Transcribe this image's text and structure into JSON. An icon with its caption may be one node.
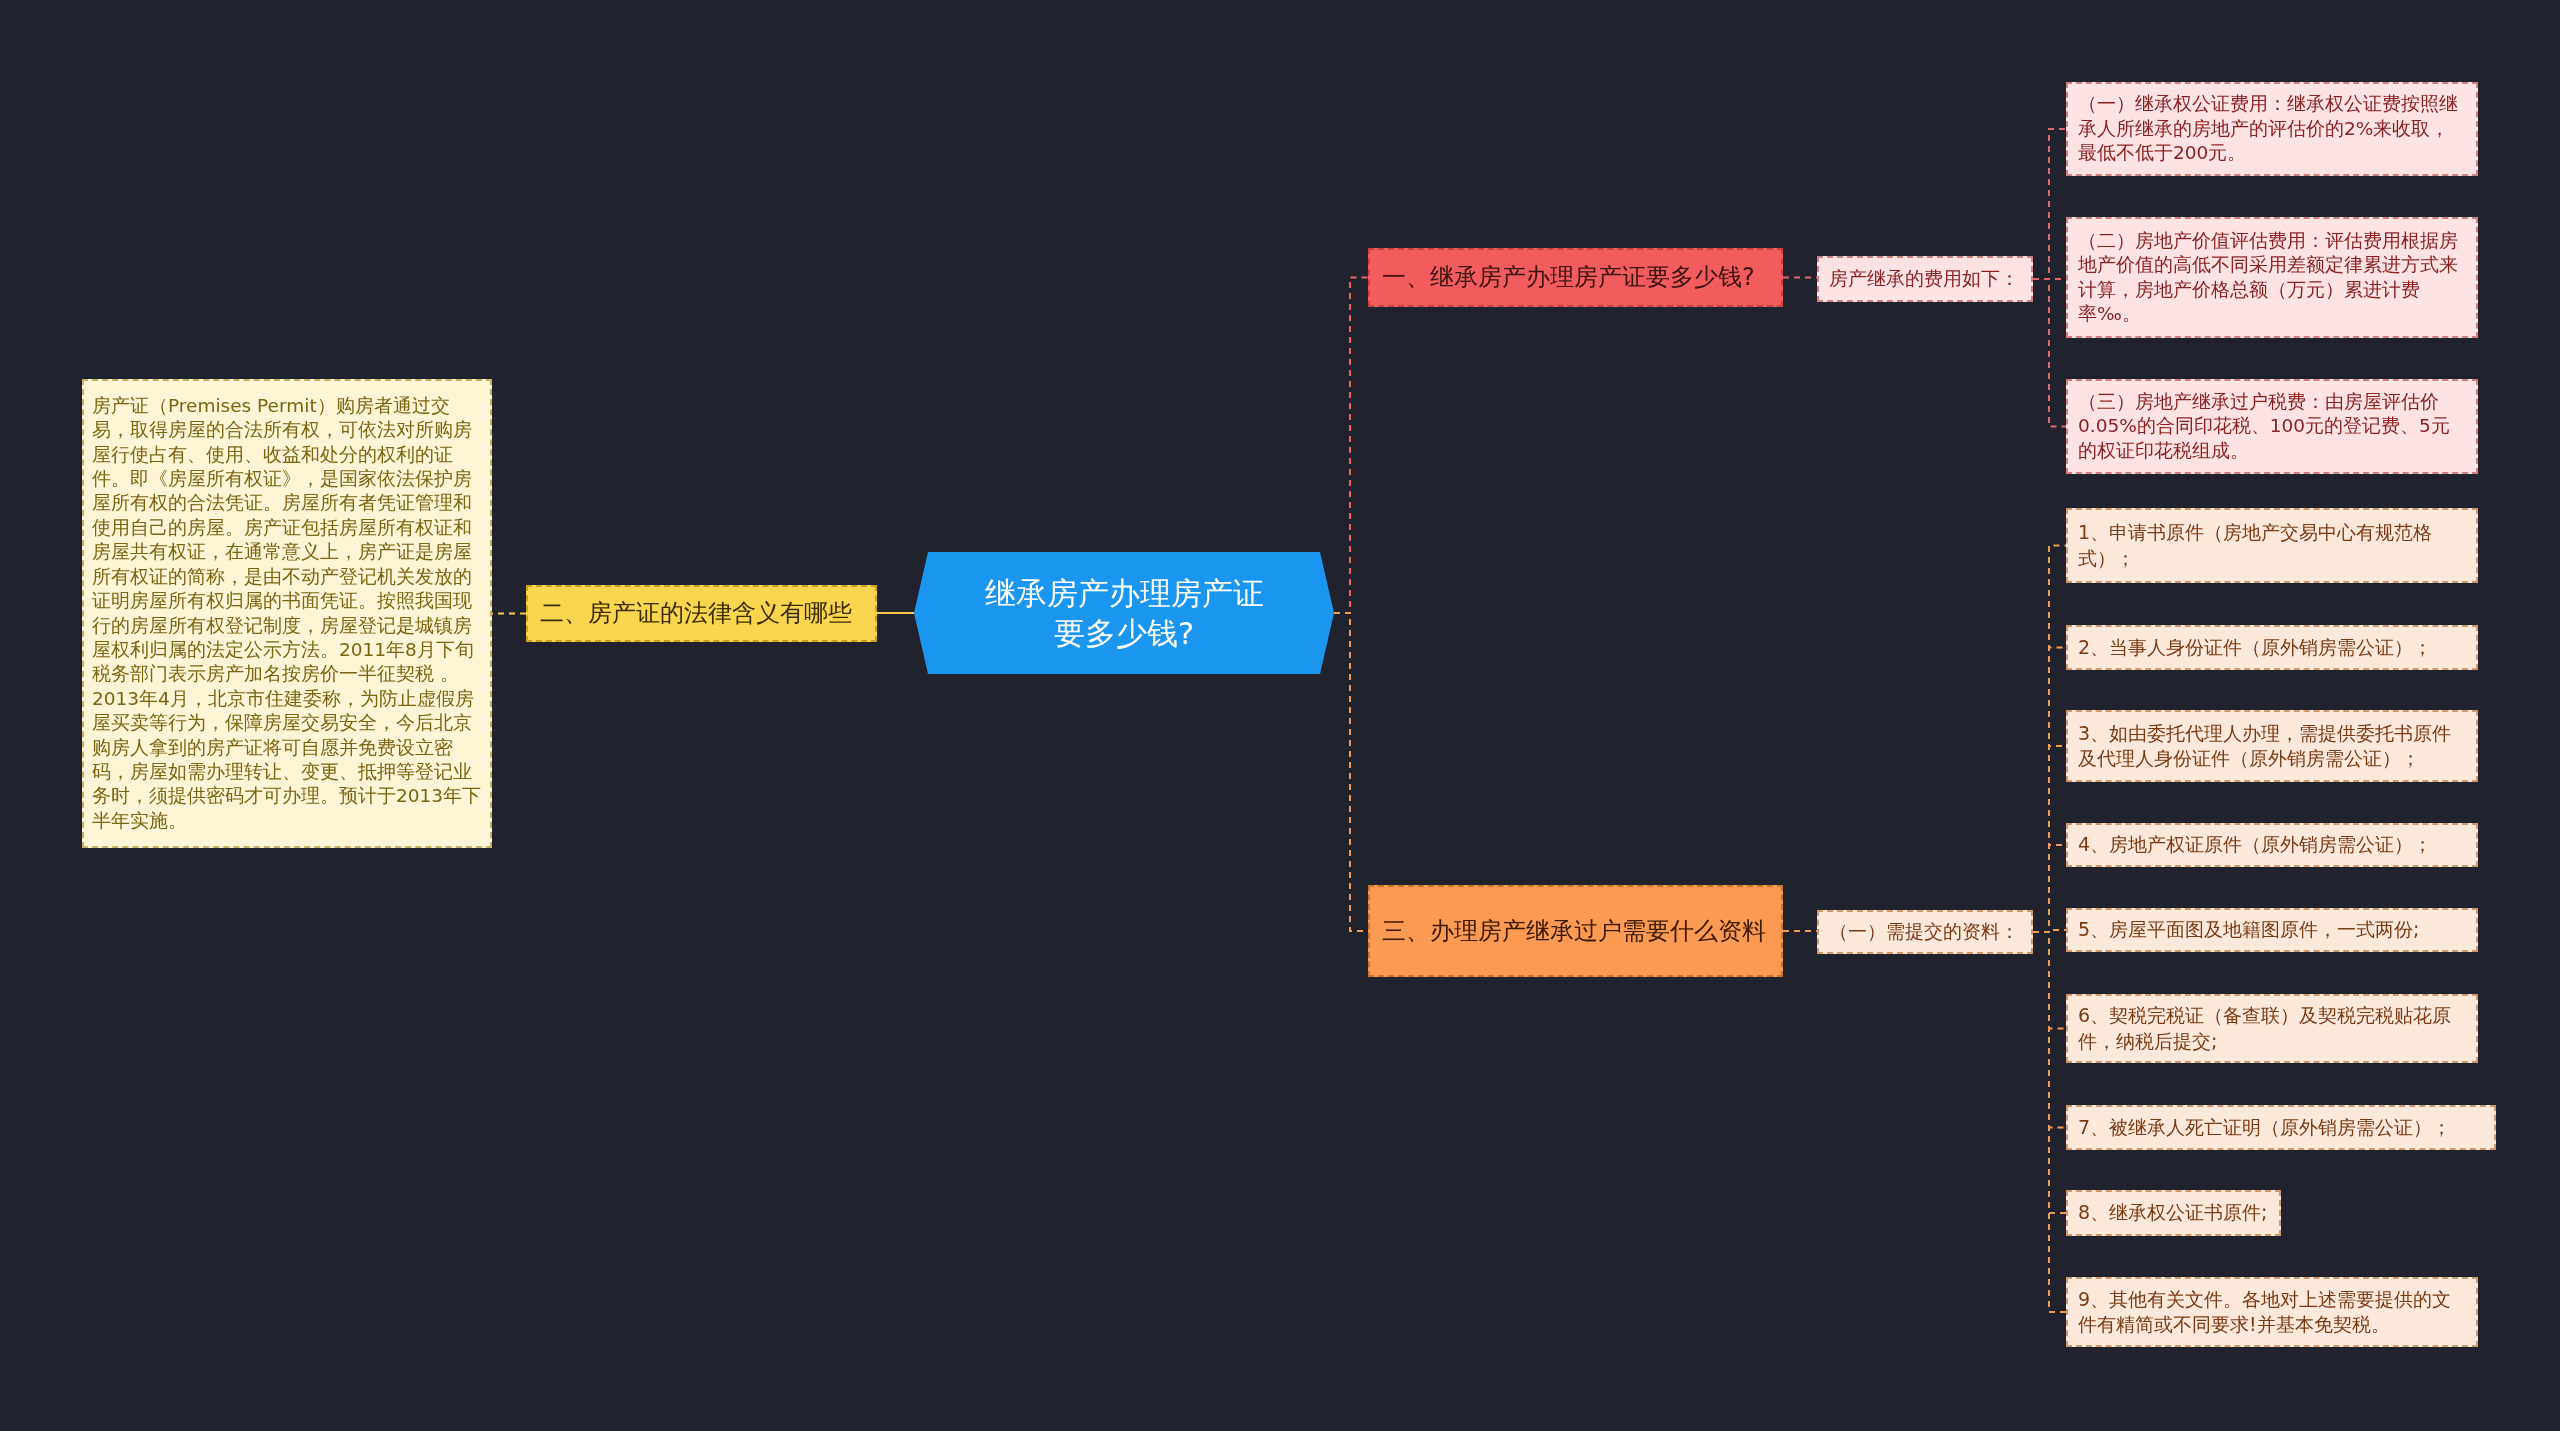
{
  "diagram": {
    "nodes": [
      {
        "text": [
          "继承房产办理房产证要多少钱?"
        ]
      },
      {
        "text": [
          "一、继承房产办理房产证要多少钱?"
        ]
      },
      {
        "text": [
          "房产继承的费用如下："
        ]
      },
      {
        "text": [
          "（一）继承权公证费用：继承权公证费按照继承人所继承的房地产的评估价的2%来收取，最低不低于200元。"
        ]
      },
      {
        "text": [
          "（二）房地产价值评估费用：评估费用根据房地产价值的高低不同采用差额定律累进方式来计算，房地产价格总额（万元）累进计费率‰。"
        ]
      },
      {
        "text": [
          "（三）房地产继承过户税费：由房屋评估价0.05%的合同印花税、100元的登记费、5元的权证印花税组成。"
        ]
      },
      {
        "text": [
          "二、房产证的法律含义有哪些"
        ]
      },
      {
        "text": [
          "房产证（Premises Permit）购房者通过交易，取得房屋的合法所有权，可依法对所购房屋行使占有、使用、收益和处分的权利的证件。即《房屋所有权证》，是国家依法保护房屋所有权的合法凭证。房屋所有者凭证管理和使用自己的房屋。房产证包括房屋所有权证和房屋共有权证，在通常意义上，房产证是房屋所有权证的简称，是由不动产登记机关发放的证明房屋所有权归属的书面凭证。按照我国现行的房屋所有权登记制度，房屋登记是城镇房屋权利归属的法定公示方法。2011年8月下旬税务部门表示房产加名按房价一半征契税 。2013年4月，北京市住建委称，为防止虚假房屋买卖等行为，保障房屋交易安全，今后北京购房人拿到的房产证将可自愿并免费设立密码，房屋如需办理转让、变更、抵押等登记业务时，须提供密码才可办理。预计于2013年下半年实施。"
        ]
      },
      {
        "text": [
          "三、办理房产继承过户需要什么资料"
        ]
      },
      {
        "text": [
          "（一）需提交的资料："
        ]
      },
      {
        "text": [
          "1、申请书原件（房地产交易中心有规范格式）；"
        ]
      },
      {
        "text": [
          "2、当事人身份证件（原外销房需公证）；"
        ]
      },
      {
        "text": [
          "3、如由委托代理人办理，需提供委托书原件及代理人身份证件（原外销房需公证）；"
        ]
      },
      {
        "text": [
          "4、房地产权证原件（原外销房需公证）；"
        ]
      },
      {
        "text": [
          "5、房屋平面图及地籍图原件，一式两份;"
        ]
      },
      {
        "text": [
          "6、契税完税证（备查联）及契税完税贴花原件，纳税后提交;"
        ]
      },
      {
        "text": [
          "7、被继承人死亡证明（原外销房需公证）；"
        ]
      },
      {
        "text": [
          "8、继承权公证书原件;"
        ]
      },
      {
        "text": [
          "9、其他有关文件。各地对上述需要提供的文件有精简或不同要求!并基本免契税。"
        ]
      }
    ],
    "edges": [
      {
        "from": 0,
        "to": 1,
        "arrow": "none",
        "style": "dashed",
        "color": "#f06262"
      },
      {
        "from": 1,
        "to": 2,
        "arrow": "none",
        "style": "dashed",
        "color": "#e06a6a"
      },
      {
        "from": 2,
        "to": 3,
        "arrow": "none",
        "style": "dashed",
        "color": "#e06a6a"
      },
      {
        "from": 2,
        "to": 4,
        "arrow": "none",
        "style": "dashed",
        "color": "#e06a6a"
      },
      {
        "from": 2,
        "to": 5,
        "arrow": "none",
        "style": "dashed",
        "color": "#e06a6a"
      },
      {
        "from": 0,
        "to": 6,
        "arrow": "none",
        "color": "#f7c948"
      },
      {
        "from": 6,
        "to": 7,
        "arrow": "none",
        "style": "dashed",
        "color": "#f7c948"
      },
      {
        "from": 0,
        "to": 8,
        "arrow": "none",
        "style": "dashed"
      },
      {
        "from": 8,
        "to": 9,
        "arrow": "none",
        "style": "dashed"
      },
      {
        "from": 9,
        "to": 10,
        "arrow": "none",
        "style": "dashed"
      },
      {
        "from": 9,
        "to": 11,
        "arrow": "none",
        "style": "dashed"
      },
      {
        "from": 9,
        "to": 12,
        "arrow": "none",
        "style": "dashed"
      },
      {
        "from": 9,
        "to": 13,
        "arrow": "none",
        "style": "dashed"
      },
      {
        "from": 9,
        "to": 14,
        "arrow": "none",
        "style": "dashed"
      },
      {
        "from": 9,
        "to": 15,
        "arrow": "none",
        "style": "dashed"
      },
      {
        "from": 9,
        "to": 16,
        "arrow": "none",
        "style": "dashed"
      },
      {
        "from": 9,
        "to": 17,
        "arrow": "none",
        "style": "dashed"
      },
      {
        "from": 9,
        "to": 18,
        "arrow": "none",
        "style": "dashed"
      }
    ]
  }
}
